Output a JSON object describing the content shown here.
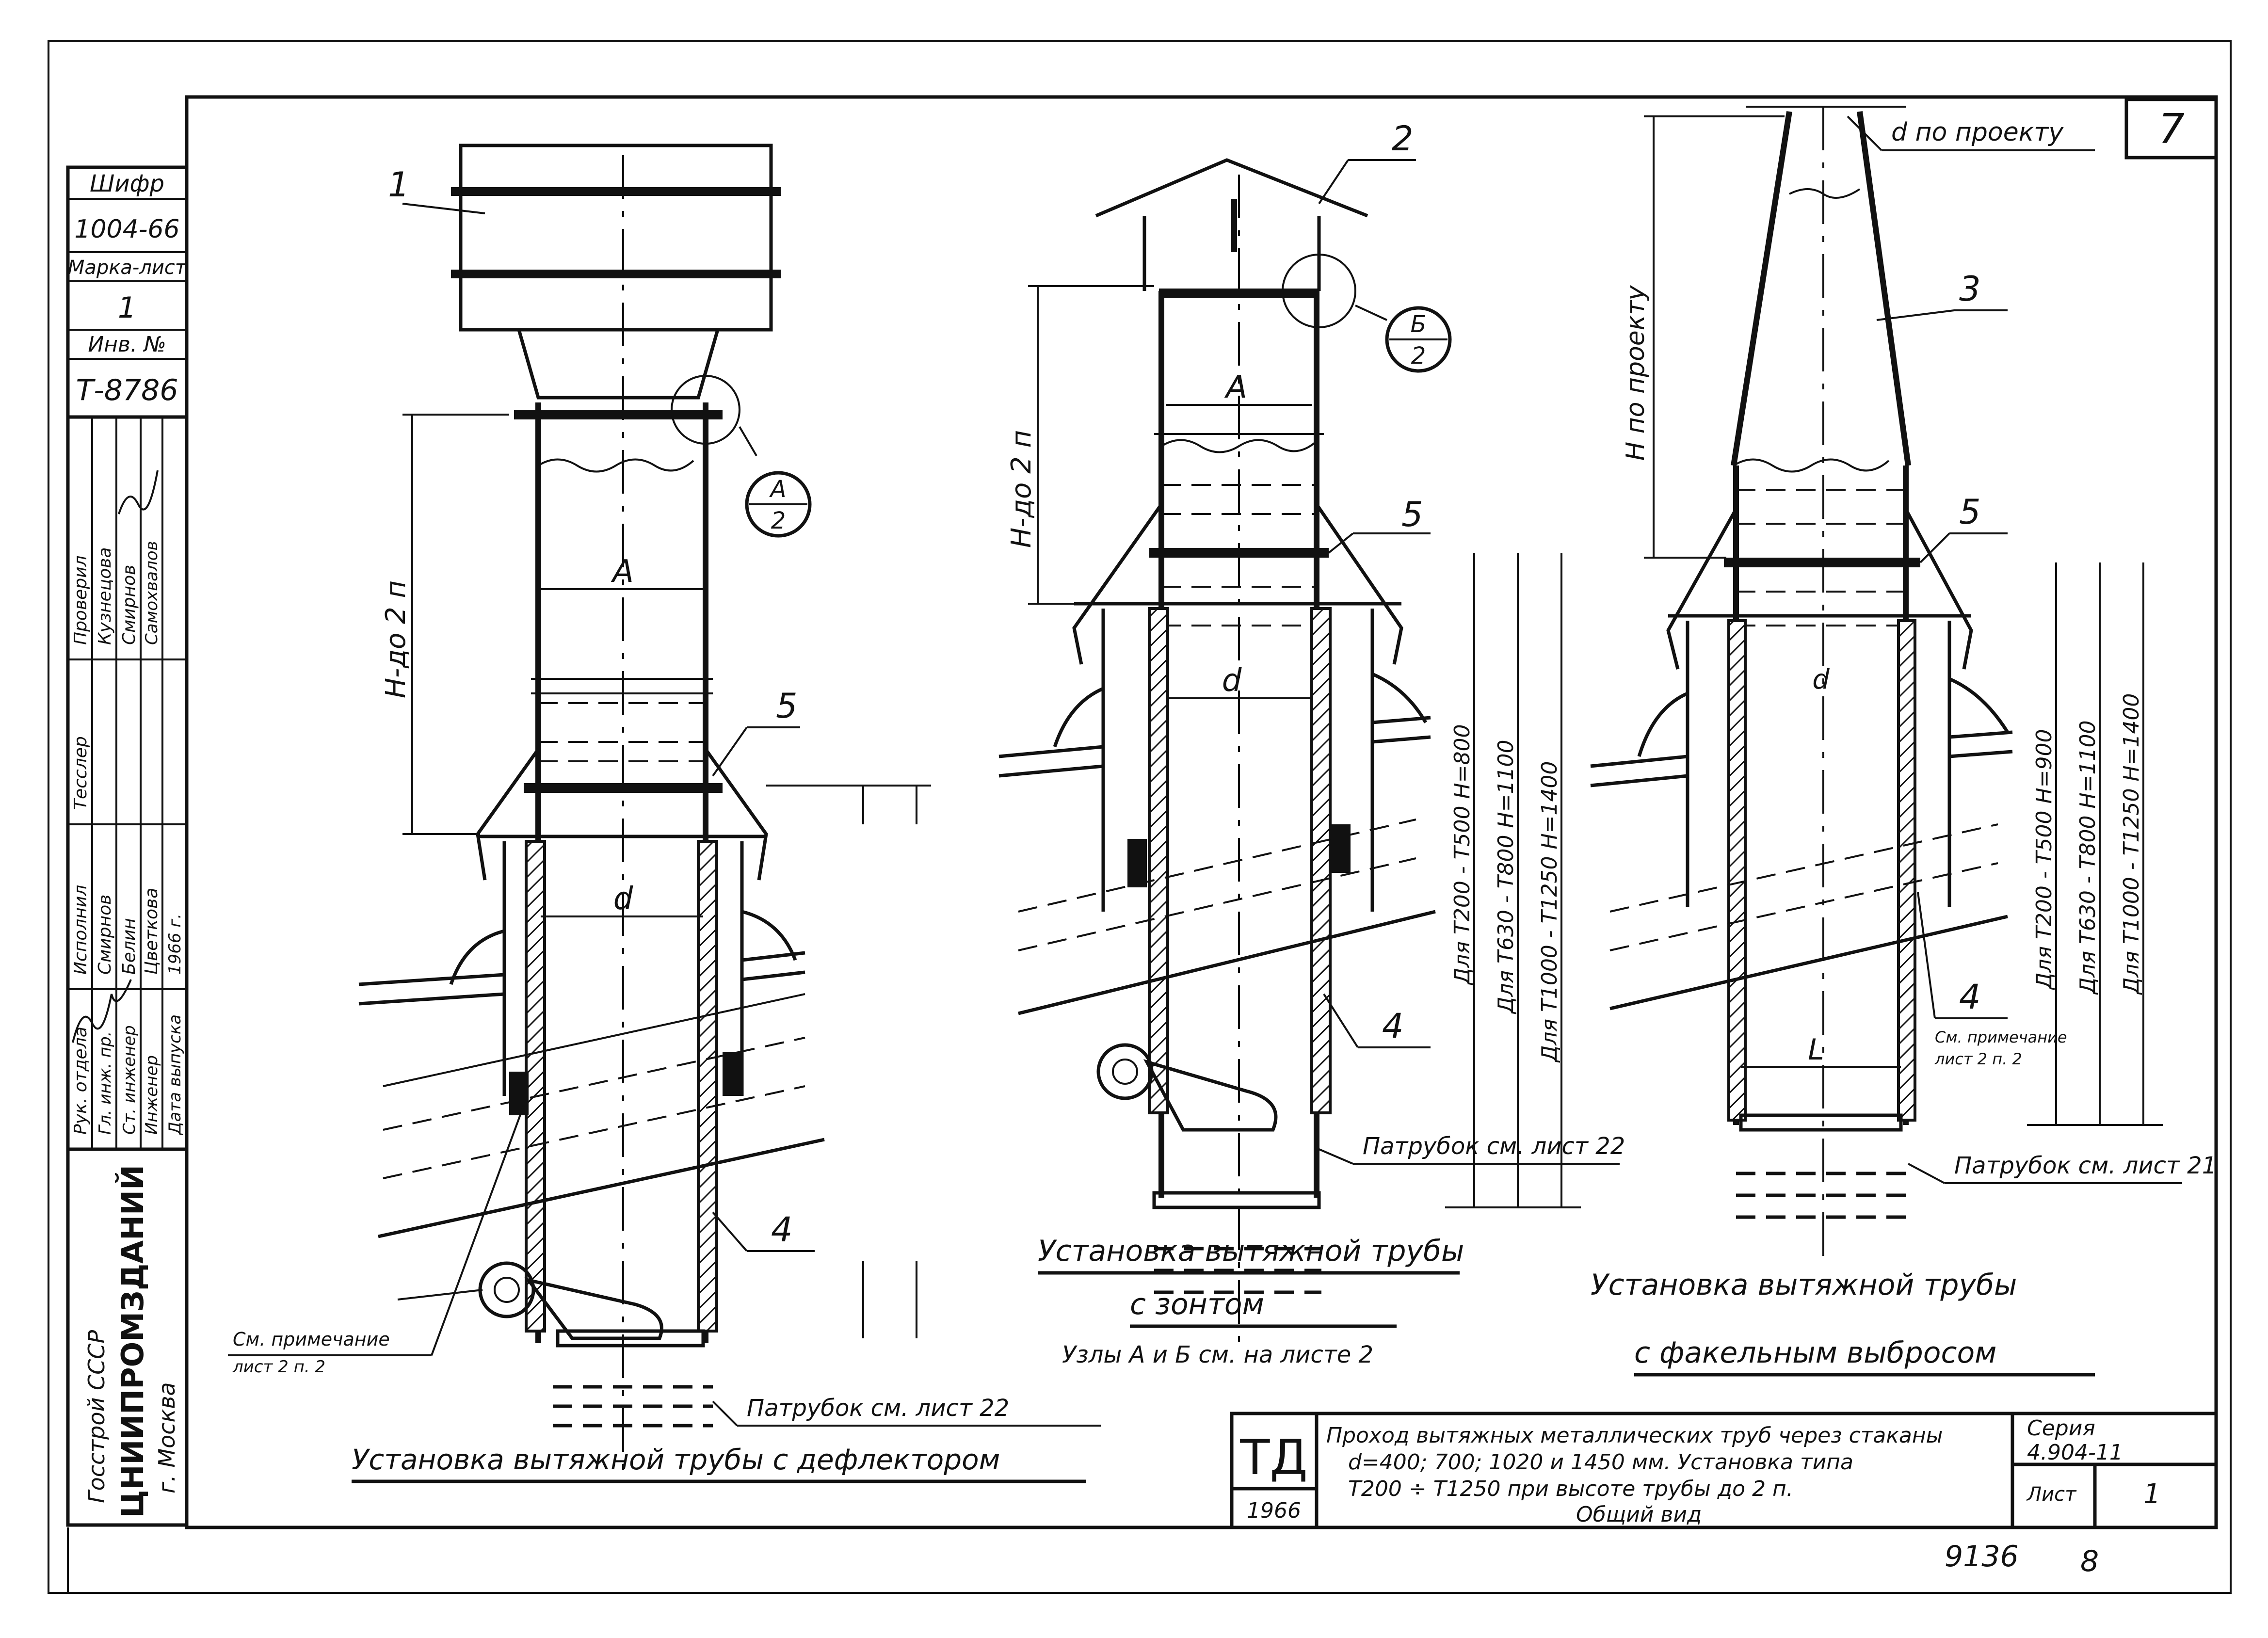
{
  "sheet": {
    "sheet_number": "7",
    "bottom_numbers": [
      "9136",
      "8"
    ]
  },
  "stamp_left": {
    "cipher_label": "Шифр",
    "cipher_value": "1004-66",
    "mark_sheet_label": "Марка-лист",
    "mark_sheet_value": "1",
    "inv_label": "Инв. №",
    "inv_value": "Т-8786",
    "roles": [
      "Тесслер",
      "Исполнил",
      "Проверил",
      "Рук. отдела",
      "Гл. инж. пр.",
      "Ст. инженер",
      "Инженер",
      "Дата выпуска"
    ],
    "names": [
      "Кузнецова",
      "Смирнов",
      "Смирнов",
      "Белин",
      "Цветкова",
      "Самохвалов"
    ],
    "year": "1966 г.",
    "org_lines": [
      "Госстрой СССР",
      "ЦНИИПРОМЗДАНИЙ",
      "г. Москва"
    ]
  },
  "view1": {
    "labels": {
      "p1": "1",
      "p5": "5",
      "p4": "4",
      "height": "Н-до 2 п",
      "dim_A": "А",
      "dim_d": "d"
    },
    "node_A": {
      "top": "А",
      "bottom": "2"
    },
    "note": [
      "См. примечание",
      "лист 2 п. 2"
    ],
    "branch_note": "Патрубок см. лист 22",
    "caption": "Установка вытяжной трубы с дефлектором"
  },
  "view2": {
    "labels": {
      "p2": "2",
      "p5": "5",
      "p4": "4",
      "height": "Н-до 2 п",
      "dim_A": "А",
      "dim_d": "d"
    },
    "node_B": {
      "top": "Б",
      "bottom": "2"
    },
    "heights": [
      "Для Т200 - Т500 Н=800",
      "Для Т630 - Т800 Н=1100",
      "Для Т1000 - Т1250 Н=1400"
    ],
    "branch_note": "Патрубок см. лист 22",
    "caption_lines": [
      "Установка вытяжной трубы",
      "с зонтом"
    ],
    "nodes_note": "Узлы А и Б см. на листе 2"
  },
  "view3": {
    "labels": {
      "p3": "3",
      "p5": "5",
      "p4": "4",
      "height": "Н по проекту",
      "top": "d по проекту",
      "dim_d": "d",
      "dim_L": "L"
    },
    "note": [
      "См. примечание",
      "лист 2 п. 2"
    ],
    "heights": [
      "Для Т200 - Т500 Н=900",
      "Для Т630 - Т800 Н=1100",
      "Для Т1000 - Т1250 Н=1400"
    ],
    "branch_note": "Патрубок см. лист 21",
    "caption_lines": [
      "Установка вытяжной трубы",
      "с факельным выбросом"
    ]
  },
  "title_block": {
    "logo": "ТД",
    "year": "1966",
    "description": [
      "Проход вытяжных металлических труб через стаканы",
      "d=400; 700; 1020 и 1450 мм. Установка типа",
      "Т200 ÷ Т1250 при высоте трубы до 2 п.",
      "Общий вид"
    ],
    "series_label": "Серия",
    "series_value": "4.904-11",
    "sheet_label": "Лист",
    "sheet_value": "1"
  }
}
